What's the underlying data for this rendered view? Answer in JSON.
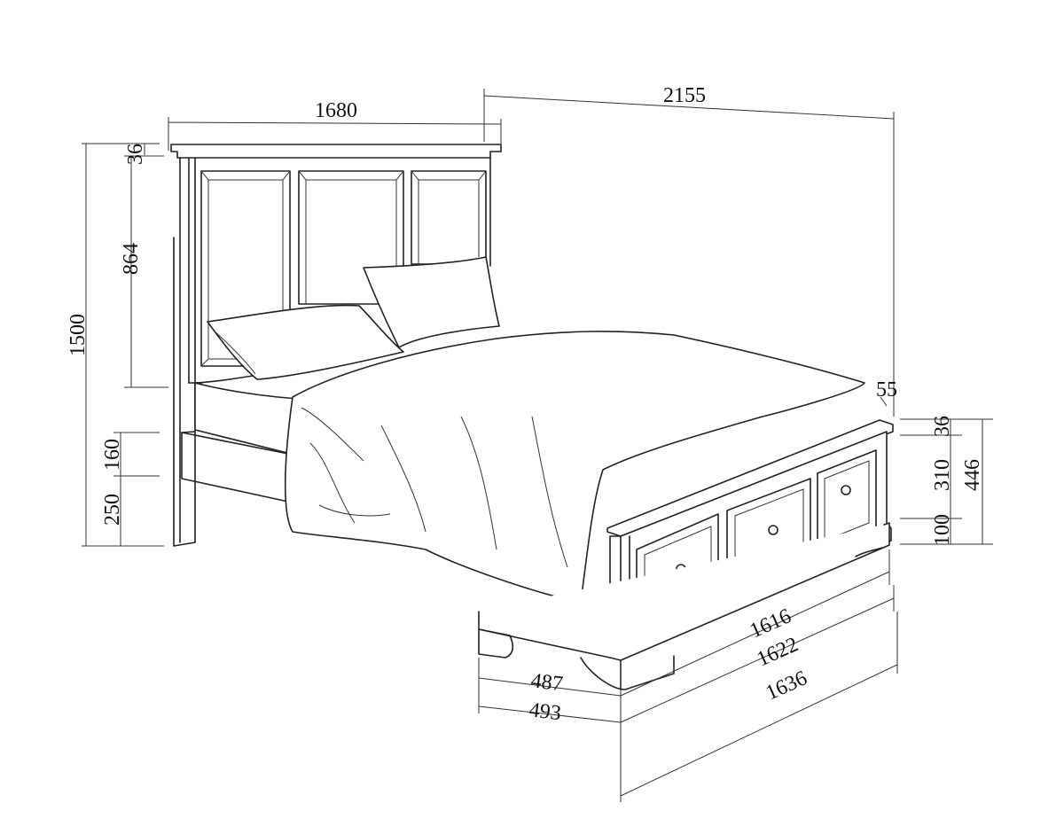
{
  "diagram": {
    "subject": "bed with storage footboard, dimension drawing",
    "dimensions": {
      "headboard_width": "1680",
      "overall_length": "2155",
      "overall_height": "1500",
      "headboard_top_cap": "36",
      "headboard_panel": "864",
      "side_rail": "160",
      "rail_clearance": "250",
      "footboard_cap_overhang": "55",
      "footboard_cap": "36",
      "footboard_panel": "310",
      "footboard_height": "446",
      "footboard_base": "100",
      "drawer_width_1": "1616",
      "drawer_width_2": "1622",
      "base_width": "1636",
      "depth_1": "487",
      "depth_2": "493"
    }
  }
}
